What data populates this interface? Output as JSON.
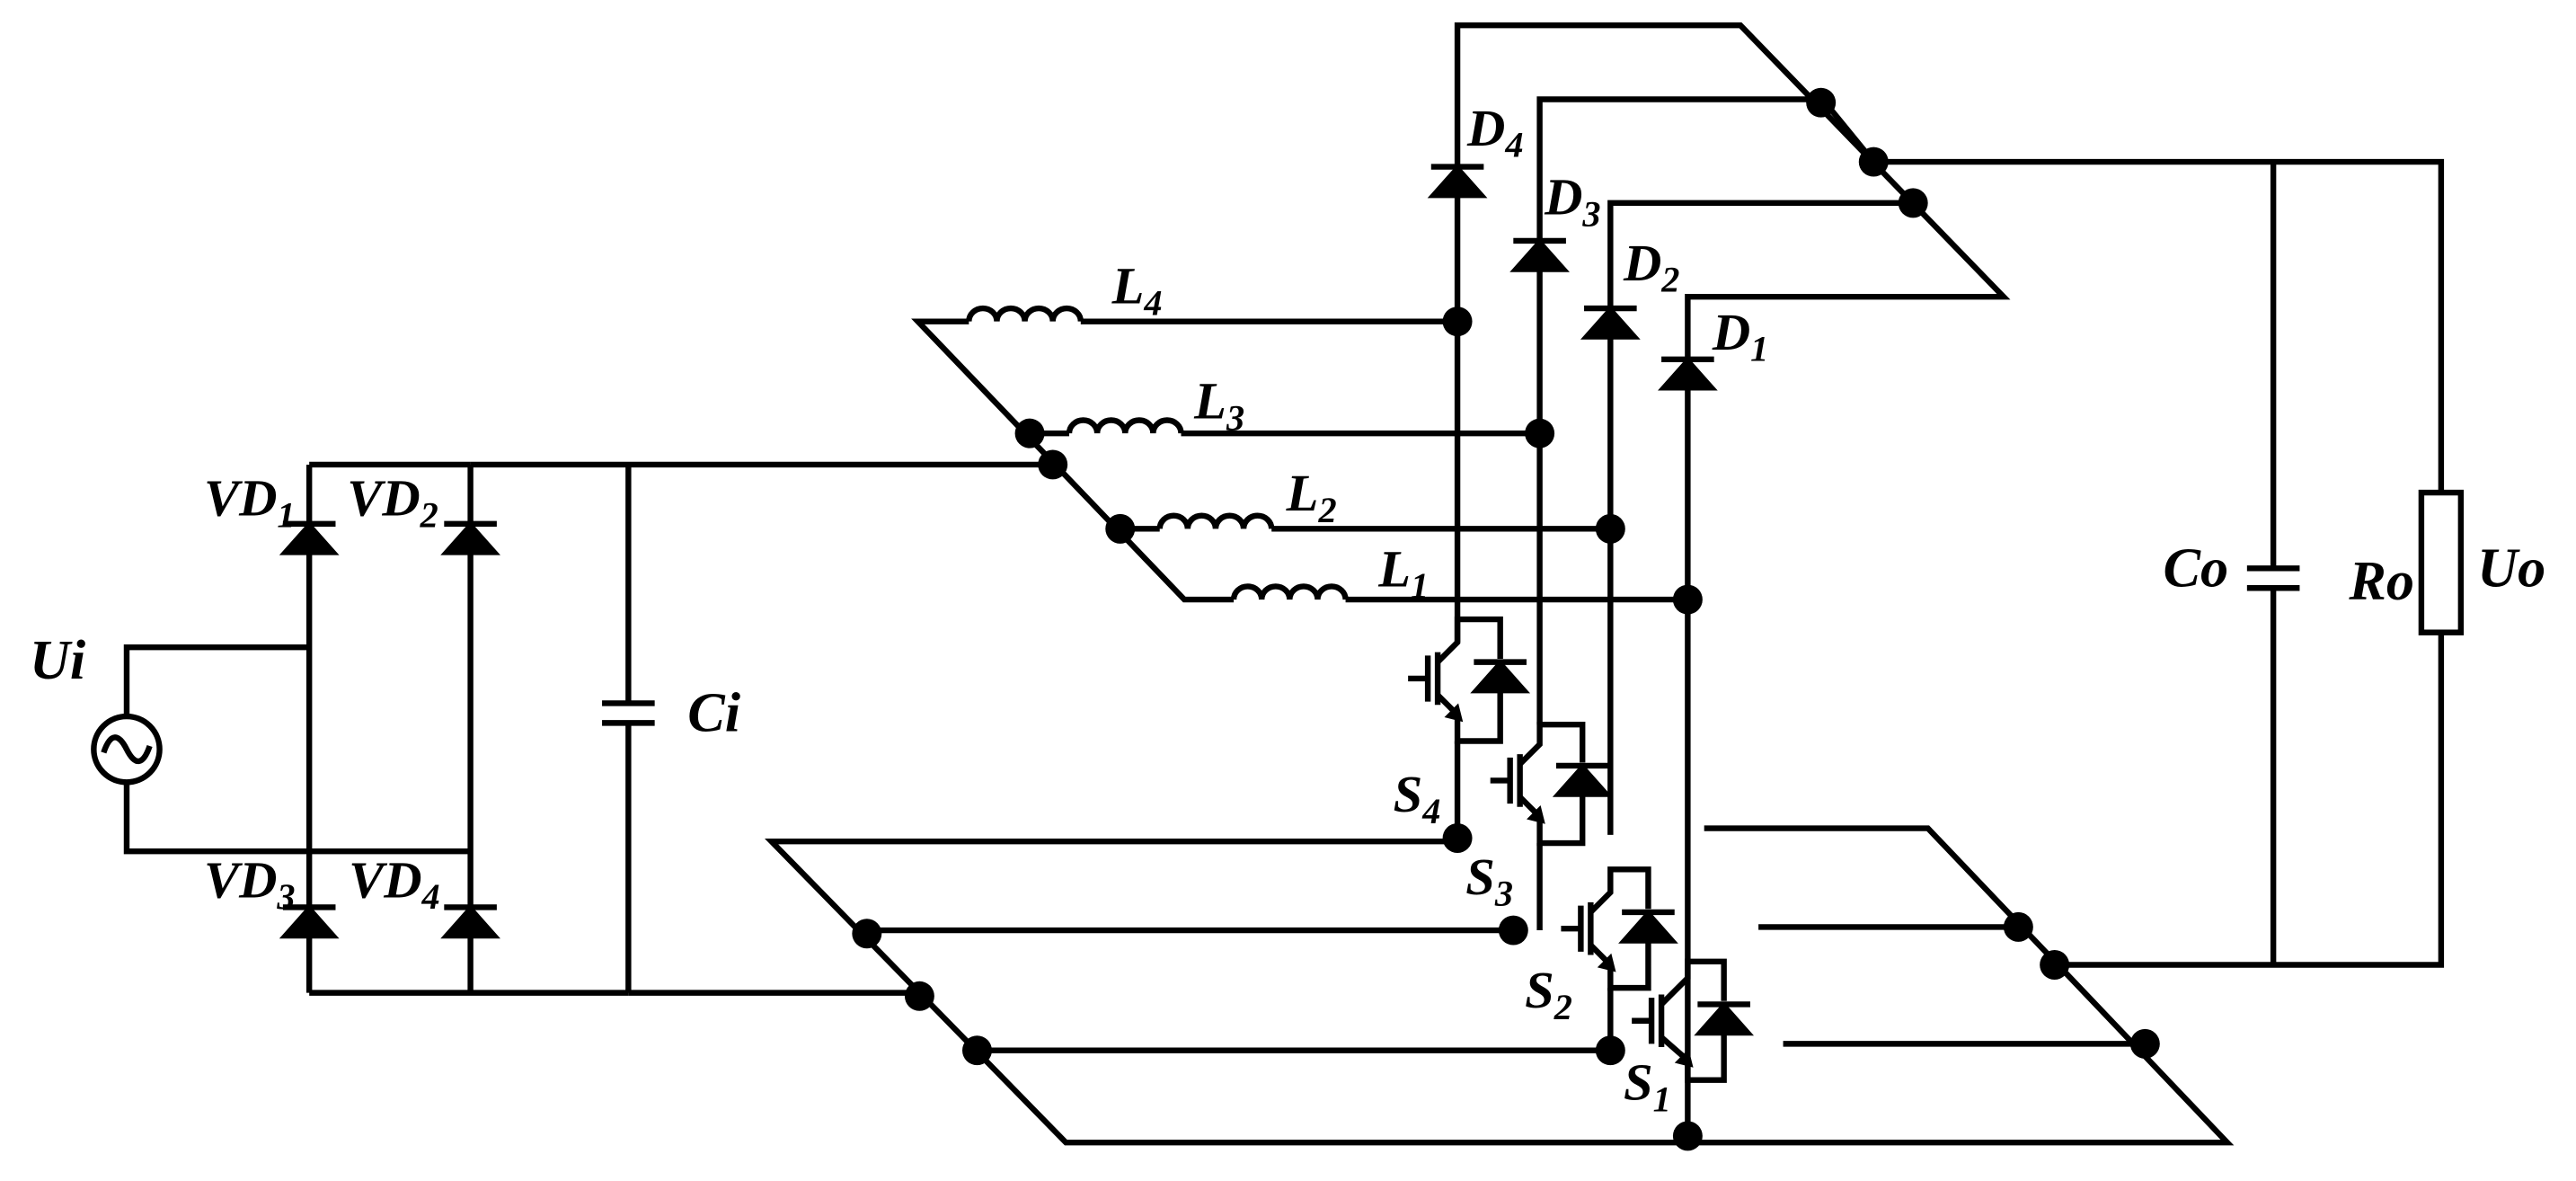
{
  "diagram": {
    "title": "",
    "labels": {
      "source": "Ui",
      "input_capacitor": "Ci",
      "output_capacitor": "Co",
      "load_resistor": "Ro",
      "output_voltage": "Uo",
      "bridge_diodes": [
        {
          "main": "VD",
          "sub": "1"
        },
        {
          "main": "VD",
          "sub": "2"
        },
        {
          "main": "VD",
          "sub": "3"
        },
        {
          "main": "VD",
          "sub": "4"
        }
      ],
      "inductors": [
        {
          "main": "L",
          "sub": "4"
        },
        {
          "main": "L",
          "sub": "3"
        },
        {
          "main": "L",
          "sub": "2"
        },
        {
          "main": "L",
          "sub": "1"
        }
      ],
      "boost_diodes": [
        {
          "main": "D",
          "sub": "4"
        },
        {
          "main": "D",
          "sub": "3"
        },
        {
          "main": "D",
          "sub": "2"
        },
        {
          "main": "D",
          "sub": "1"
        }
      ],
      "switches": [
        {
          "main": "S",
          "sub": "4"
        },
        {
          "main": "S",
          "sub": "3"
        },
        {
          "main": "S",
          "sub": "2"
        },
        {
          "main": "S",
          "sub": "1"
        }
      ]
    }
  }
}
